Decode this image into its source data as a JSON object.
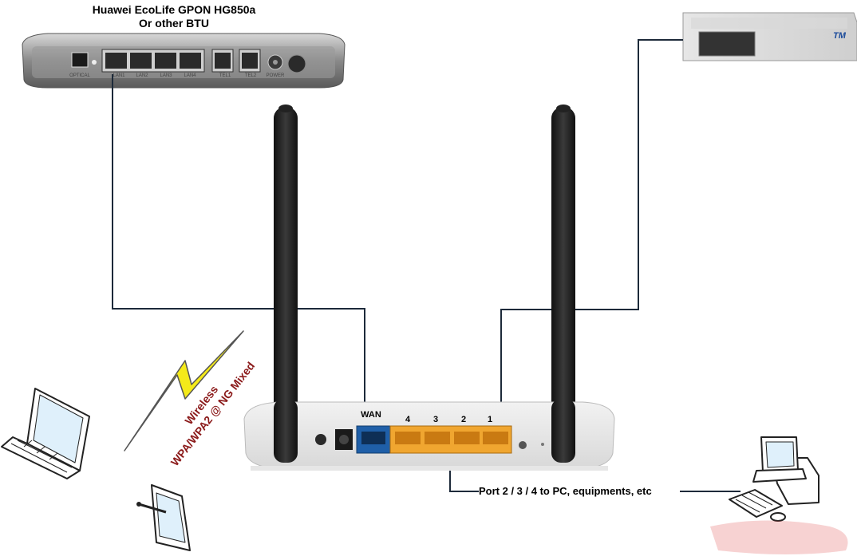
{
  "ont": {
    "title_line1": "Huawei EcoLife GPON HG850a",
    "title_line2": "Or other BTU",
    "port_labels": [
      "OPTICAL",
      "LAN1",
      "LAN2",
      "LAN3",
      "LAN4",
      "TEL1",
      "TEL2",
      "POWER"
    ]
  },
  "router": {
    "wan_label": "WAN",
    "lan_port_labels": [
      "4",
      "3",
      "2",
      "1"
    ]
  },
  "stb": {
    "logo": "TM"
  },
  "wireless": {
    "line1": "Wireless",
    "line2": "WPA/WPA2 @ NG Mixed"
  },
  "ports_note": "Port 2 / 3 / 4  to PC, equipments, etc",
  "colors": {
    "wan_port": "#1f5fa8",
    "lan_port": "#f0a630",
    "lightning": "#f4ea1a",
    "cable": "#1d2a3a",
    "wireless_text": "#8b1a1a"
  }
}
